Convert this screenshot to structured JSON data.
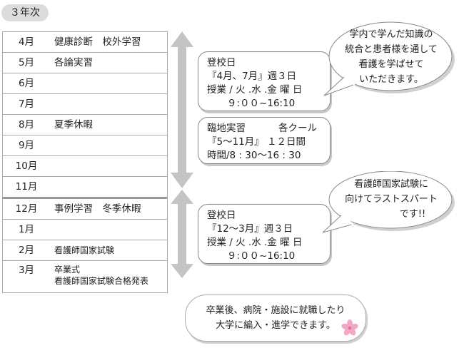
{
  "year_label": "３年次",
  "schedule": [
    {
      "month": "4月",
      "event": "健康診断　校外学習"
    },
    {
      "month": "5月",
      "event": "各論実習"
    },
    {
      "month": "6月",
      "event": ""
    },
    {
      "month": "7月",
      "event": ""
    },
    {
      "month": "8月",
      "event": "夏季休暇"
    },
    {
      "month": "9月",
      "event": ""
    },
    {
      "month": "10月",
      "event": ""
    },
    {
      "month": "11月",
      "event": ""
    },
    {
      "month": "12月",
      "event": "事例学習　冬季休暇"
    },
    {
      "month": "1月",
      "event": ""
    },
    {
      "month": "2月",
      "event": "看護師国家試験"
    },
    {
      "month": "3月",
      "event": "卒業式",
      "event_line2": "看護師国家試験合格発表"
    }
  ],
  "school_box_1": {
    "title": "登校日",
    "period": "『4月、7月』週３日",
    "days": "授業 / 火 .水 .金 曜 日",
    "hours": "９:００~16:10"
  },
  "practicum_box": {
    "title": "臨地実習",
    "cours": "各クール",
    "period": "『5～11月』 １２日間",
    "hours": "時間/8 : 30～16 : 30"
  },
  "school_box_2": {
    "title": "登校日",
    "period": "『12～3月』週３日",
    "days": "授業 / 火 .水 .金 曜 日",
    "hours": "９:００~16:10"
  },
  "bubble_1": {
    "line1": "学内で学んだ知識の",
    "line2": "統合と患者様を通して",
    "line3": "看護を学ばせて",
    "line4": "いただきます。"
  },
  "bubble_2": {
    "line1": "看護師国家試験に",
    "line2": "向けてラストスパート",
    "line3": "です!!"
  },
  "footer": {
    "line1": "卒業後、病院・施設に就職したり",
    "line2": "大学に編入・進学できます。"
  },
  "colors": {
    "arrow": "#c4c4c4",
    "flower": "#f4a6c6",
    "tag_bg": "#dcdcdc"
  }
}
